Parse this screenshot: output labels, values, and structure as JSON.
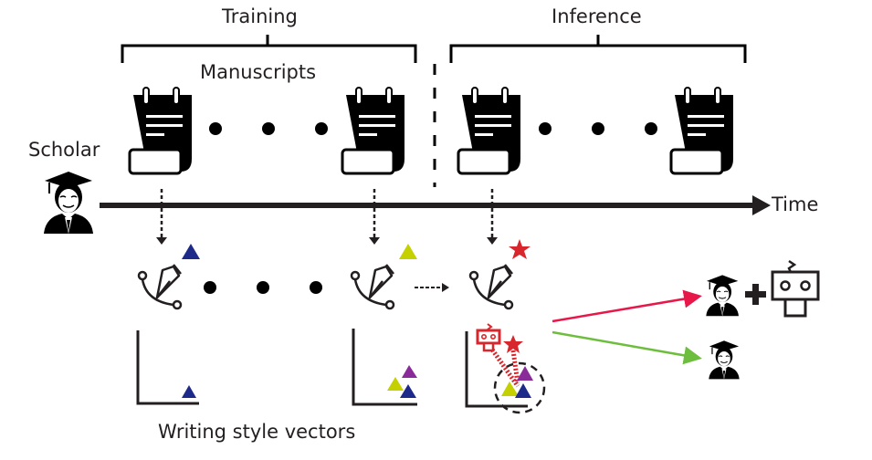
{
  "labels": {
    "training": "Training",
    "inference": "Inference",
    "manuscripts": "Manuscripts",
    "scholar": "Scholar",
    "time": "Time",
    "writing_style_vectors": "Writing style vectors"
  },
  "colors": {
    "ink": "#231f20",
    "blue": "#1e2a8a",
    "yellow_green": "#c4d000",
    "purple": "#8a2b9a",
    "red": "#d7262c",
    "arrow_red": "#e8174a",
    "arrow_green": "#6cbe3c"
  },
  "icons": {
    "manuscript": "notepad-scroll-icon",
    "scholar": "graduate-person-icon",
    "style_encoder": "pen-nib-bezier-icon",
    "robot": "robot-icon",
    "plus": "plus-icon"
  },
  "timeline": {
    "phases": [
      "Training",
      "Inference"
    ],
    "training_manuscripts": 2,
    "inference_manuscripts": 2
  },
  "outcomes": [
    {
      "arrow": "red",
      "result": "scholar + robot"
    },
    {
      "arrow": "green",
      "result": "scholar"
    }
  ]
}
